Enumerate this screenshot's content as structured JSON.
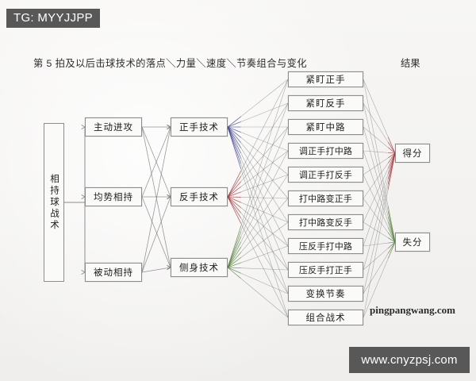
{
  "tag": {
    "label": "TG: MYYJJPP"
  },
  "headers": {
    "main": "第 5 拍及以后击球技术的落点＼力量＼速度＼节奏组合与变化",
    "result": "结果"
  },
  "root": {
    "label": "相持球战术"
  },
  "situations": [
    {
      "id": "s1",
      "label": "主动进攻"
    },
    {
      "id": "s2",
      "label": "均势相持"
    },
    {
      "id": "s3",
      "label": "被动相持"
    }
  ],
  "techniques": [
    {
      "id": "t1",
      "label": "正手技术",
      "fan_color": "#3b3f8c"
    },
    {
      "id": "t2",
      "label": "反手技术",
      "fan_color": "#9e2f33"
    },
    {
      "id": "t3",
      "label": "侧身技术",
      "fan_color": "#4f7d3a"
    }
  ],
  "tactics": [
    {
      "id": "a1",
      "label": "紧盯正手"
    },
    {
      "id": "a2",
      "label": "紧盯反手"
    },
    {
      "id": "a3",
      "label": "紧盯中路"
    },
    {
      "id": "a4",
      "label": "调正手打中路"
    },
    {
      "id": "a5",
      "label": "调正手打反手"
    },
    {
      "id": "a6",
      "label": "打中路变正手"
    },
    {
      "id": "a7",
      "label": "打中路变反手"
    },
    {
      "id": "a8",
      "label": "压反手打中路"
    },
    {
      "id": "a9",
      "label": "压反手打正手"
    },
    {
      "id": "a10",
      "label": "变换节奏"
    },
    {
      "id": "a11",
      "label": "组合战术"
    }
  ],
  "results": [
    {
      "id": "r1",
      "label": "得分",
      "fan_color": "#9e2f33"
    },
    {
      "id": "r2",
      "label": "失分",
      "fan_color": "#4f7d3a"
    }
  ],
  "watermarks": {
    "site_text": "pingpangwang.com",
    "site_box": "www.cnyzpsj.com"
  },
  "colors": {
    "background": "#f6f5f3",
    "box_border": "#8d8d8d",
    "box_fill": "#fafaf8",
    "tag_bg": "#585858",
    "edge_gray": "#7a7a7a",
    "fan_blue": "#3b3f8c",
    "fan_red": "#9e2f33",
    "fan_green": "#4f7d3a"
  }
}
